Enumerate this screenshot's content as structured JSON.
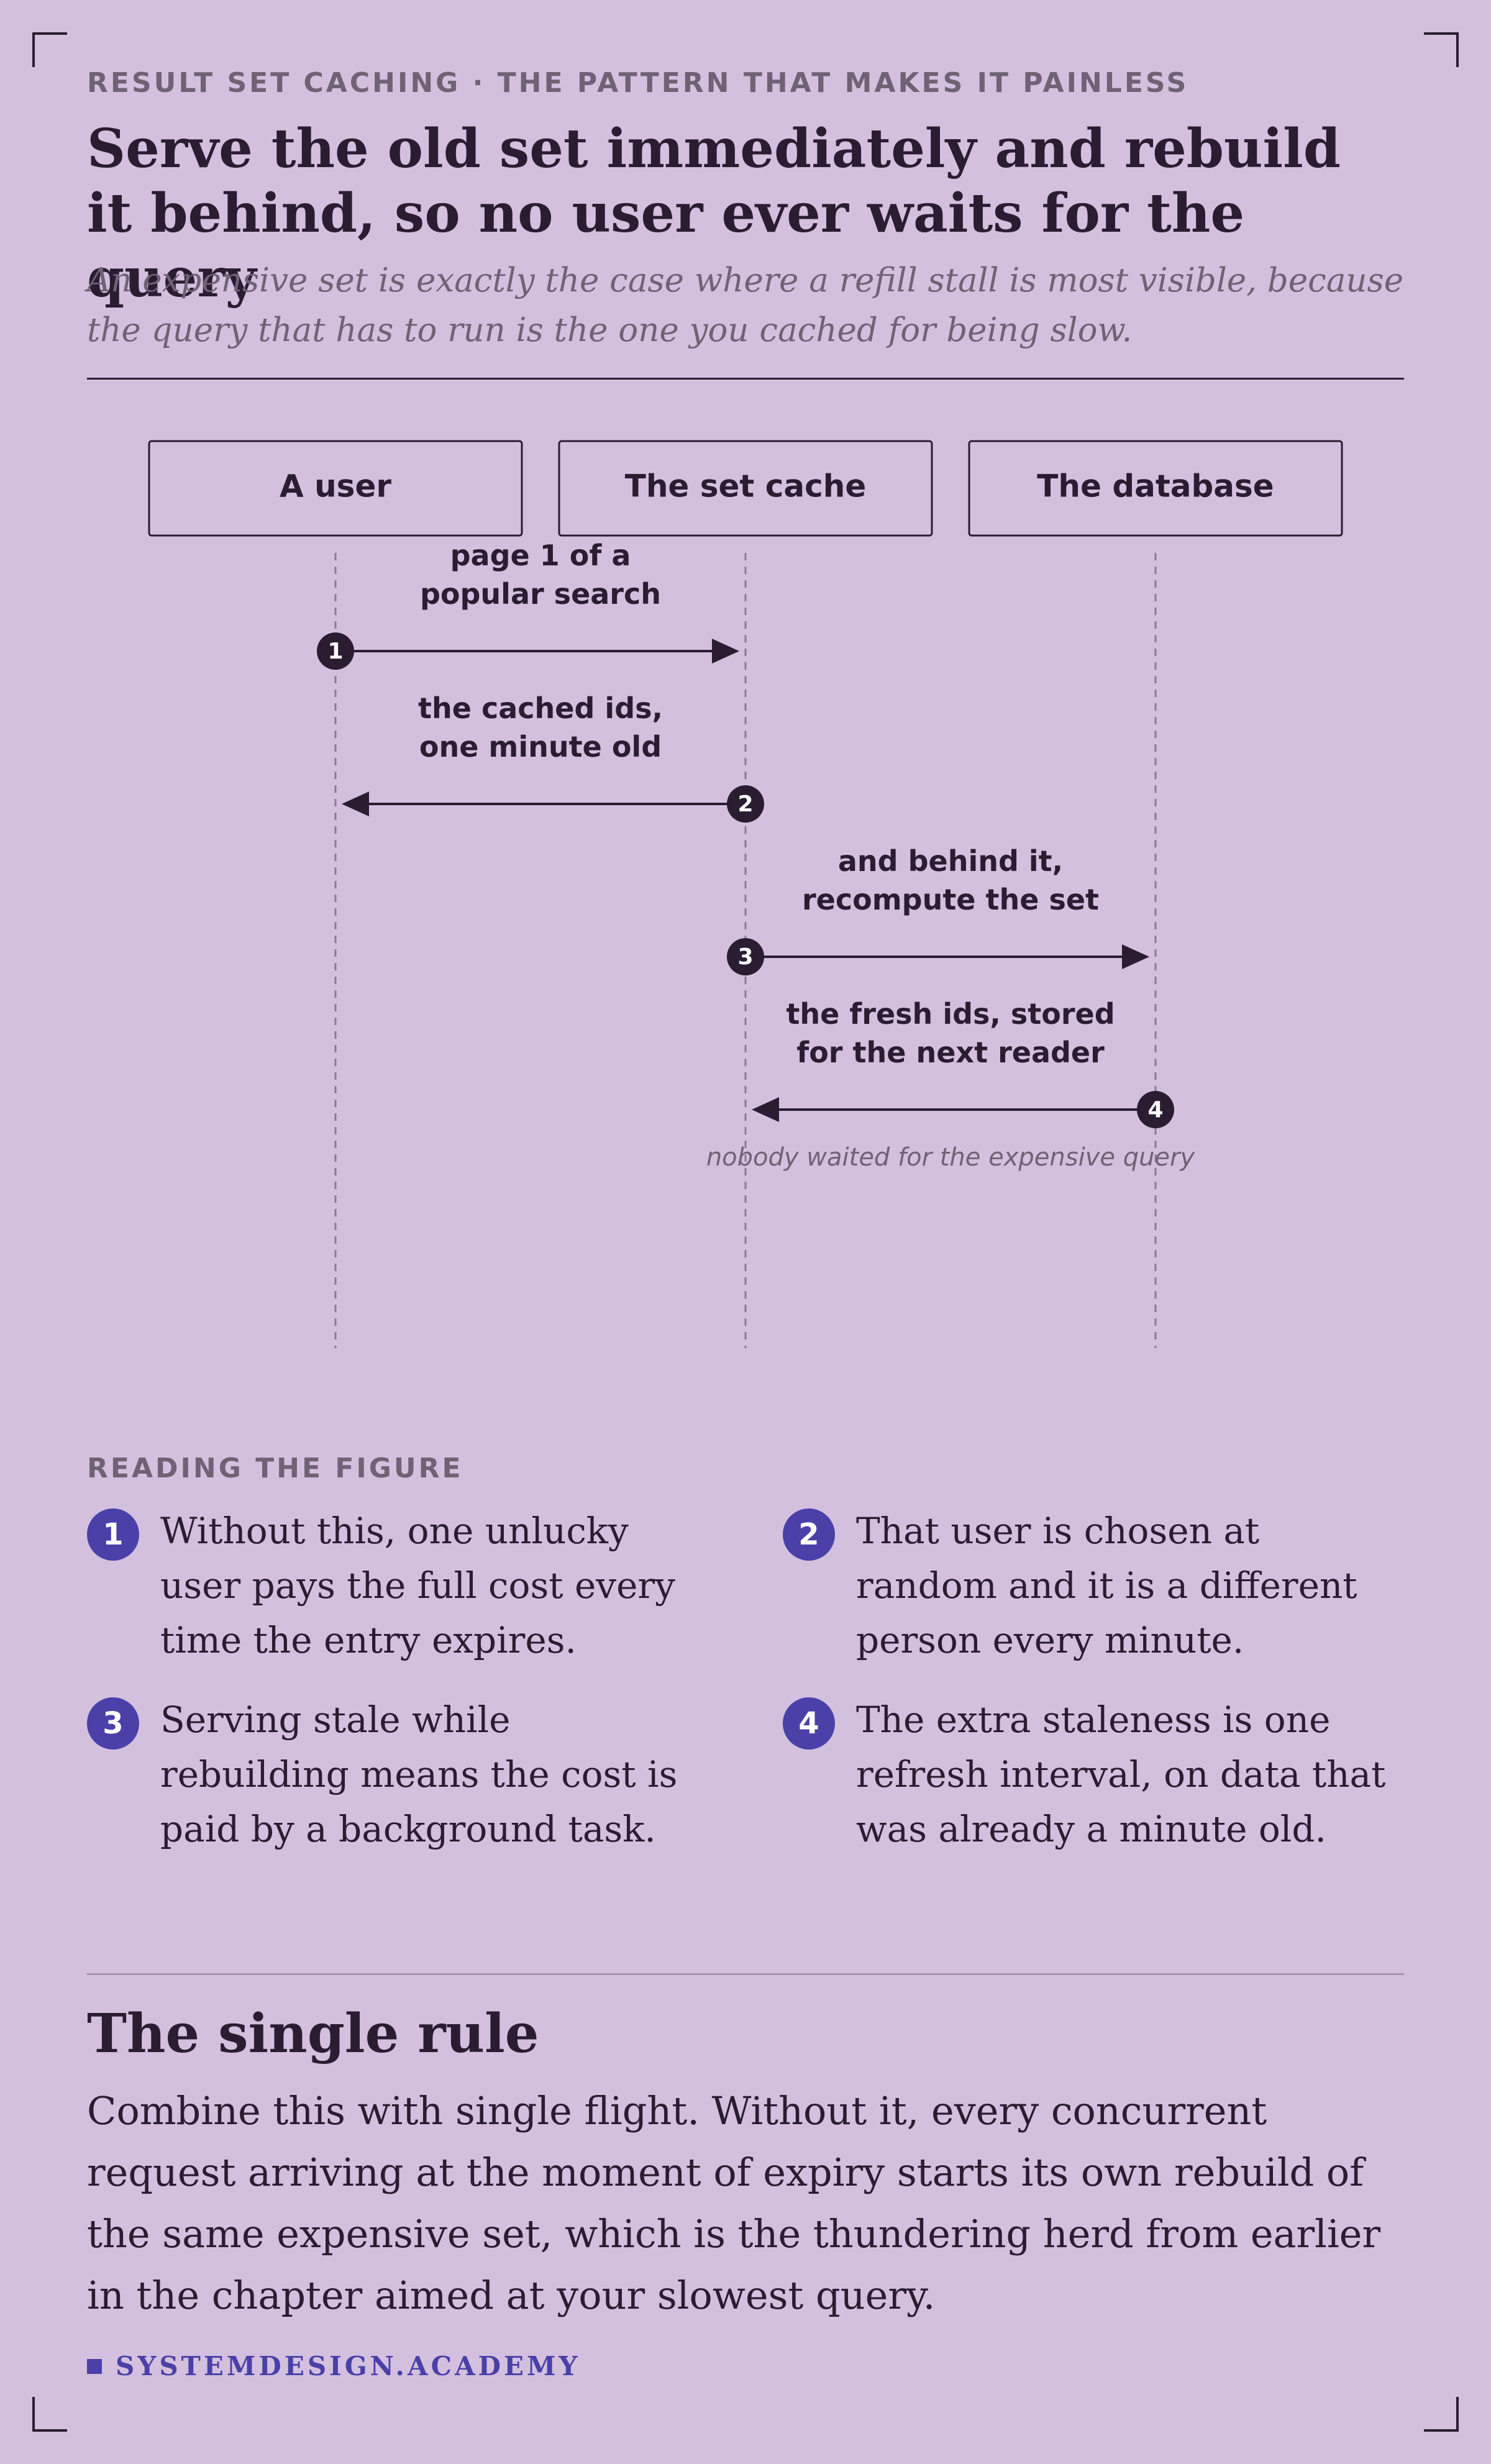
{
  "header": {
    "eyebrow": "RESULT SET CACHING · THE PATTERN THAT MAKES IT PAINLESS",
    "title": "Serve the old set immediately and rebuild it behind, so no user ever waits for the query",
    "subtitle": "An expensive set is exactly the case where a refill stall is most visible, because the query that has to run is the one you cached for being slow."
  },
  "diagram": {
    "actors": [
      {
        "label": "A user"
      },
      {
        "label": "The set cache"
      },
      {
        "label": "The database"
      }
    ],
    "messages": [
      {
        "step": "1",
        "lines": [
          "page 1 of a",
          "popular search"
        ]
      },
      {
        "step": "2",
        "lines": [
          "the cached ids,",
          "one minute old"
        ]
      },
      {
        "step": "3",
        "lines": [
          "and behind it,",
          "recompute the set"
        ]
      },
      {
        "step": "4",
        "lines": [
          "the fresh ids, stored",
          "for the next reader"
        ]
      }
    ],
    "note": "nobody waited for the expensive query"
  },
  "reading": {
    "label": "READING THE FIGURE",
    "items": [
      {
        "num": "1",
        "text": "Without this, one unlucky user pays the full cost every time the entry expires."
      },
      {
        "num": "2",
        "text": "That user is chosen at random and it is a different person every minute."
      },
      {
        "num": "3",
        "text": "Serving stale while rebuilding means the cost is paid by a background task."
      },
      {
        "num": "4",
        "text": "The extra staleness is one refresh interval, on data that was already a minute old."
      }
    ]
  },
  "rule": {
    "heading": "The single rule",
    "body": "Combine this with single flight. Without it, every concurrent request arriving at the moment of expiry starts its own rebuild of the same expensive set, which is the thundering herd from earlier in the chapter aimed at your slowest query."
  },
  "brand": "SYSTEMDESIGN.ACADEMY",
  "colors": {
    "background": "#d3c0df",
    "ink": "#2a1d32",
    "muted": "#6f6274",
    "accent": "#4a40a8"
  }
}
